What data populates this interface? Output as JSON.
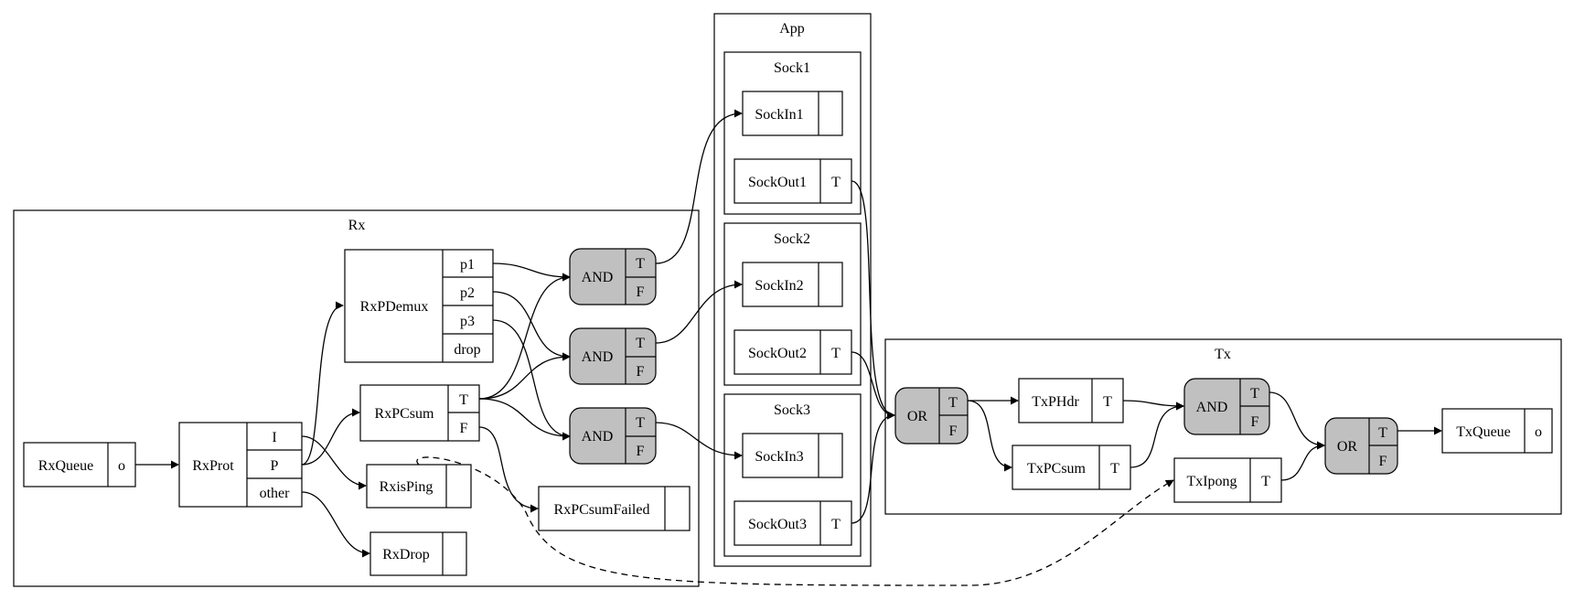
{
  "clusters": {
    "rx": "Rx",
    "app": "App",
    "sock1": "Sock1",
    "sock2": "Sock2",
    "sock3": "Sock3",
    "tx": "Tx"
  },
  "nodes": {
    "rxqueue": {
      "label": "RxQueue",
      "port": "o"
    },
    "rxprot": {
      "label": "RxProt",
      "ports": [
        "I",
        "P",
        "other"
      ]
    },
    "rxpdemux": {
      "label": "RxPDemux",
      "ports": [
        "p1",
        "p2",
        "p3",
        "drop"
      ]
    },
    "rxpcsum": {
      "label": "RxPCsum",
      "ports": [
        "T",
        "F"
      ]
    },
    "rxisping": {
      "label": "RxisPing"
    },
    "rxdrop": {
      "label": "RxDrop"
    },
    "rxpcsumfailed": {
      "label": "RxPCsumFailed"
    },
    "and1": {
      "label": "AND",
      "ports": [
        "T",
        "F"
      ]
    },
    "and2": {
      "label": "AND",
      "ports": [
        "T",
        "F"
      ]
    },
    "and3": {
      "label": "AND",
      "ports": [
        "T",
        "F"
      ]
    },
    "sockin1": {
      "label": "SockIn1"
    },
    "sockout1": {
      "label": "SockOut1",
      "port": "T"
    },
    "sockin2": {
      "label": "SockIn2"
    },
    "sockout2": {
      "label": "SockOut2",
      "port": "T"
    },
    "sockin3": {
      "label": "SockIn3"
    },
    "sockout3": {
      "label": "SockOut3",
      "port": "T"
    },
    "or1": {
      "label": "OR",
      "ports": [
        "T",
        "F"
      ]
    },
    "txphdr": {
      "label": "TxPHdr",
      "port": "T"
    },
    "txpcsum": {
      "label": "TxPCsum",
      "port": "T"
    },
    "and4": {
      "label": "AND",
      "ports": [
        "T",
        "F"
      ]
    },
    "txipong": {
      "label": "TxIpong",
      "port": "T"
    },
    "or2": {
      "label": "OR",
      "ports": [
        "T",
        "F"
      ]
    },
    "txqueue": {
      "label": "TxQueue",
      "port": "o"
    }
  },
  "colors": {
    "gate_fill": "#c0c0c0",
    "stroke": "#000000",
    "background": "#ffffff"
  }
}
